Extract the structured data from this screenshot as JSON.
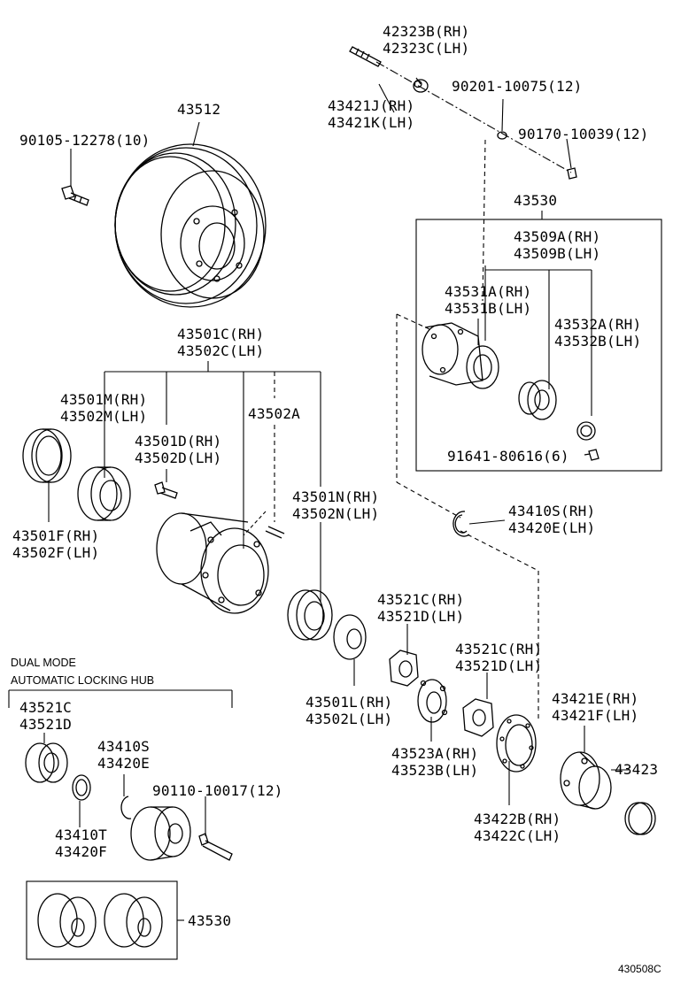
{
  "labels": {
    "l42323bc": [
      "42323B(RH)",
      "42323C(LH)"
    ],
    "l43421jk": [
      "43421J(RH)",
      "43421K(LH)"
    ],
    "l90201": "90201-10075(12)",
    "l90170": "90170-10039(12)",
    "l43512": "43512",
    "l90105": "90105-12278(10)",
    "l43530a": "43530",
    "l43509ab": [
      "43509A(RH)",
      "43509B(LH)"
    ],
    "l43531ab": [
      "43531A(RH)",
      "43531B(LH)"
    ],
    "l43532ab": [
      "43532A(RH)",
      "43532B(LH)"
    ],
    "l91641": "91641-80616(6)",
    "l43501c": [
      "43501C(RH)",
      "43502C(LH)"
    ],
    "l43501m": [
      "43501M(RH)",
      "43502M(LH)"
    ],
    "l43502a": "43502A",
    "l43501d": [
      "43501D(RH)",
      "43502D(LH)"
    ],
    "l43501n": [
      "43501N(RH)",
      "43502N(LH)"
    ],
    "l43501f": [
      "43501F(RH)",
      "43502F(LH)"
    ],
    "l43410s": [
      "43410S(RH)",
      "43420E(LH)"
    ],
    "l43521cd1": [
      "43521C(RH)",
      "43521D(LH)"
    ],
    "l43521cd2": [
      "43521C(RH)",
      "43521D(LH)"
    ],
    "l43501l": [
      "43501L(RH)",
      "43502L(LH)"
    ],
    "l43421ef": [
      "43421E(RH)",
      "43421F(LH)"
    ],
    "l43523ab": [
      "43523A(RH)",
      "43523B(LH)"
    ],
    "l43423": "43423",
    "l43422bc": [
      "43422B(RH)",
      "43422C(LH)"
    ],
    "dual_mode": [
      "DUAL MODE",
      "AUTOMATIC LOCKING HUB"
    ],
    "l43521cd3": [
      "43521C",
      "43521D"
    ],
    "l43410s2": [
      "43410S",
      "43420E"
    ],
    "l90110": "90110-10017(12)",
    "l43410t": [
      "43410T",
      "43420F"
    ],
    "l43530b": "43530",
    "diagram_code": "430508C"
  }
}
